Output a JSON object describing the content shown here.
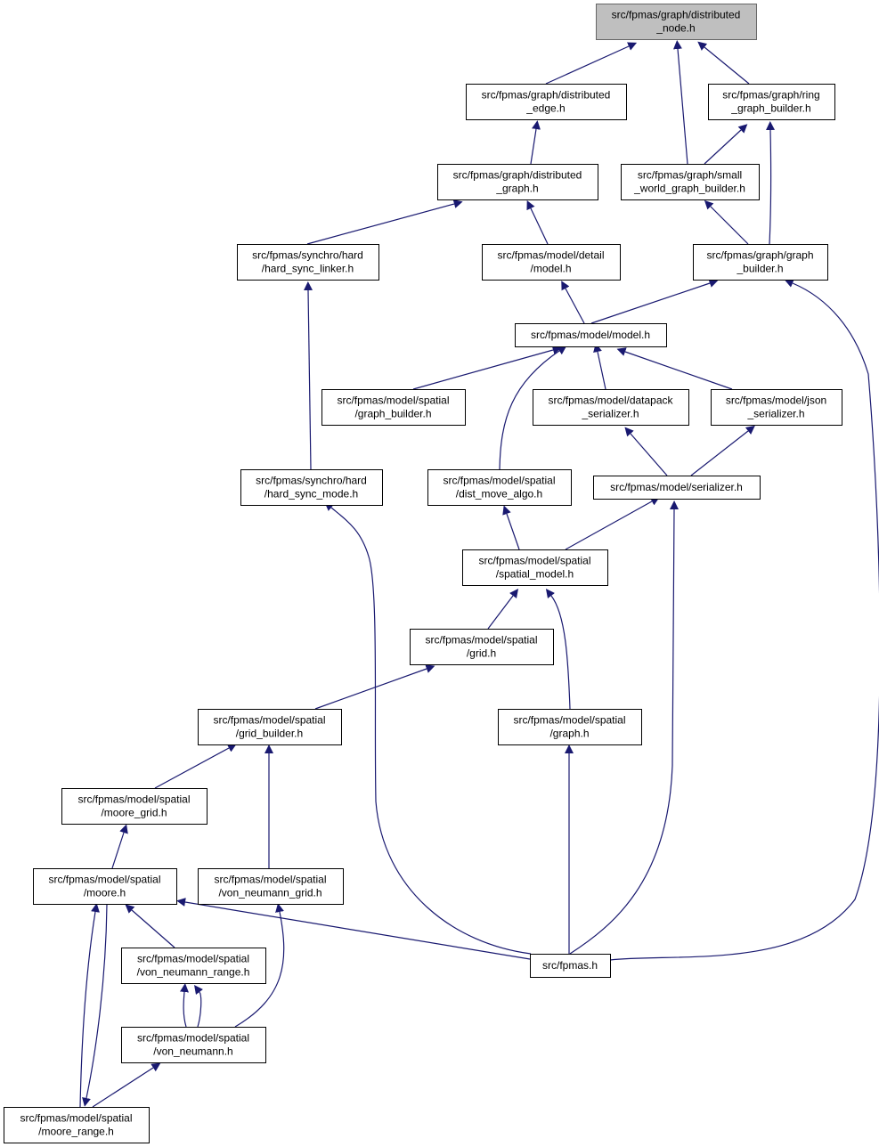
{
  "colors": {
    "edge": "#191970",
    "root_fill": "#bfbfbf",
    "node_fill": "#ffffff",
    "node_border": "#000000"
  },
  "nodes": [
    {
      "id": "distributed_node",
      "lines": [
        "src/fpmas/graph/distributed",
        "_node.h"
      ],
      "highlighted": true
    },
    {
      "id": "distributed_edge",
      "lines": [
        "src/fpmas/graph/distributed",
        "_edge.h"
      ]
    },
    {
      "id": "ring_graph_builder",
      "lines": [
        "src/fpmas/graph/ring",
        "_graph_builder.h"
      ]
    },
    {
      "id": "distributed_graph",
      "lines": [
        "src/fpmas/graph/distributed",
        "_graph.h"
      ]
    },
    {
      "id": "small_world_graph_builder",
      "lines": [
        "src/fpmas/graph/small",
        "_world_graph_builder.h"
      ]
    },
    {
      "id": "hard_sync_linker",
      "lines": [
        "src/fpmas/synchro/hard",
        "/hard_sync_linker.h"
      ]
    },
    {
      "id": "model_detail_model",
      "lines": [
        "src/fpmas/model/detail",
        "/model.h"
      ]
    },
    {
      "id": "graph_builder",
      "lines": [
        "src/fpmas/graph/graph",
        "_builder.h"
      ]
    },
    {
      "id": "model_model",
      "lines": [
        "src/fpmas/model/model.h"
      ]
    },
    {
      "id": "spatial_graph_builder",
      "lines": [
        "src/fpmas/model/spatial",
        "/graph_builder.h"
      ]
    },
    {
      "id": "datapack_serializer",
      "lines": [
        "src/fpmas/model/datapack",
        "_serializer.h"
      ]
    },
    {
      "id": "json_serializer",
      "lines": [
        "src/fpmas/model/json",
        "_serializer.h"
      ]
    },
    {
      "id": "hard_sync_mode",
      "lines": [
        "src/fpmas/synchro/hard",
        "/hard_sync_mode.h"
      ]
    },
    {
      "id": "dist_move_algo",
      "lines": [
        "src/fpmas/model/spatial",
        "/dist_move_algo.h"
      ]
    },
    {
      "id": "serializer",
      "lines": [
        "src/fpmas/model/serializer.h"
      ]
    },
    {
      "id": "spatial_model",
      "lines": [
        "src/fpmas/model/spatial",
        "/spatial_model.h"
      ]
    },
    {
      "id": "grid",
      "lines": [
        "src/fpmas/model/spatial",
        "/grid.h"
      ]
    },
    {
      "id": "grid_builder",
      "lines": [
        "src/fpmas/model/spatial",
        "/grid_builder.h"
      ]
    },
    {
      "id": "spatial_graph",
      "lines": [
        "src/fpmas/model/spatial",
        "/graph.h"
      ]
    },
    {
      "id": "moore_grid",
      "lines": [
        "src/fpmas/model/spatial",
        "/moore_grid.h"
      ]
    },
    {
      "id": "moore",
      "lines": [
        "src/fpmas/model/spatial",
        "/moore.h"
      ]
    },
    {
      "id": "von_neumann_grid",
      "lines": [
        "src/fpmas/model/spatial",
        "/von_neumann_grid.h"
      ]
    },
    {
      "id": "fpmas",
      "lines": [
        "src/fpmas.h"
      ]
    },
    {
      "id": "von_neumann_range",
      "lines": [
        "src/fpmas/model/spatial",
        "/von_neumann_range.h"
      ]
    },
    {
      "id": "von_neumann",
      "lines": [
        "src/fpmas/model/spatial",
        "/von_neumann.h"
      ]
    },
    {
      "id": "moore_range",
      "lines": [
        "src/fpmas/model/spatial",
        "/moore_range.h"
      ]
    }
  ],
  "edges": [
    {
      "from": "distributed_edge",
      "to": "distributed_node"
    },
    {
      "from": "small_world_graph_builder",
      "to": "distributed_node"
    },
    {
      "from": "ring_graph_builder",
      "to": "distributed_node"
    },
    {
      "from": "distributed_graph",
      "to": "distributed_edge"
    },
    {
      "from": "small_world_graph_builder",
      "to": "ring_graph_builder"
    },
    {
      "from": "graph_builder",
      "to": "ring_graph_builder"
    },
    {
      "from": "hard_sync_linker",
      "to": "distributed_graph"
    },
    {
      "from": "model_detail_model",
      "to": "distributed_graph"
    },
    {
      "from": "graph_builder",
      "to": "small_world_graph_builder"
    },
    {
      "from": "hard_sync_mode",
      "to": "hard_sync_linker"
    },
    {
      "from": "model_model",
      "to": "model_detail_model"
    },
    {
      "from": "model_model",
      "to": "graph_builder"
    },
    {
      "from": "fpmas",
      "to": "graph_builder"
    },
    {
      "from": "spatial_graph_builder",
      "to": "model_model"
    },
    {
      "from": "dist_move_algo",
      "to": "model_model"
    },
    {
      "from": "datapack_serializer",
      "to": "model_model"
    },
    {
      "from": "json_serializer",
      "to": "model_model"
    },
    {
      "from": "serializer",
      "to": "datapack_serializer"
    },
    {
      "from": "serializer",
      "to": "json_serializer"
    },
    {
      "from": "fpmas",
      "to": "hard_sync_mode"
    },
    {
      "from": "spatial_model",
      "to": "dist_move_algo"
    },
    {
      "from": "spatial_model",
      "to": "serializer"
    },
    {
      "from": "fpmas",
      "to": "serializer"
    },
    {
      "from": "grid",
      "to": "spatial_model"
    },
    {
      "from": "spatial_graph",
      "to": "spatial_model"
    },
    {
      "from": "grid_builder",
      "to": "grid"
    },
    {
      "from": "fpmas",
      "to": "spatial_graph"
    },
    {
      "from": "moore_grid",
      "to": "grid_builder"
    },
    {
      "from": "von_neumann_grid",
      "to": "grid_builder"
    },
    {
      "from": "moore",
      "to": "moore_grid"
    },
    {
      "from": "fpmas",
      "to": "moore"
    },
    {
      "from": "von_neumann_range",
      "to": "moore"
    },
    {
      "from": "moore_range",
      "to": "moore"
    },
    {
      "from": "moore",
      "to": "moore_range"
    },
    {
      "from": "von_neumann",
      "to": "von_neumann_grid"
    },
    {
      "from": "von_neumann",
      "to": "von_neumann_range"
    },
    {
      "from": "von_neumann_range",
      "to": "von_neumann"
    },
    {
      "from": "moore_range",
      "to": "von_neumann"
    }
  ]
}
